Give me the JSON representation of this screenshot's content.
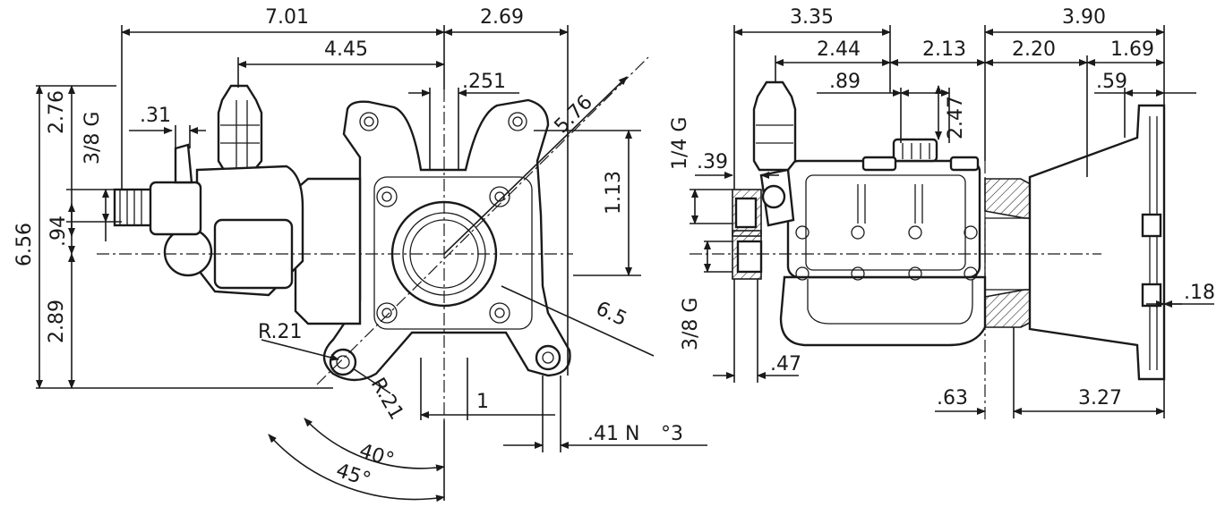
{
  "labels": {
    "d_701": "7.01",
    "d_269": "2.69",
    "d_445": "4.45",
    "d_251": ".251",
    "d_576": "5.76",
    "d_276": "2.76",
    "d_38g_top": "3/8 G",
    "d_31": ".31",
    "d_656": "6.56",
    "d_94": ".94",
    "d_289": "2.89",
    "d_113": "1.13",
    "d_65": "6.5",
    "r_21_a": "R.21",
    "r_21_b": "R.21",
    "d_1": "1",
    "d_41n": ".41 N",
    "d_deg3": "°3",
    "ang_40": "40°",
    "ang_45": "45°",
    "d_335": "3.35",
    "d_390": "3.90",
    "d_244": "2.44",
    "d_213": "2.13",
    "d_220": "2.20",
    "d_169": "1.69",
    "d_89": ".89",
    "d_247": "2.47",
    "d_59": ".59",
    "d_14g": "1/4 G",
    "d_39": ".39",
    "d_38g_side": "3/8 G",
    "d_47": ".47",
    "d_18": ".18",
    "d_63": ".63",
    "d_327": "3.27"
  }
}
